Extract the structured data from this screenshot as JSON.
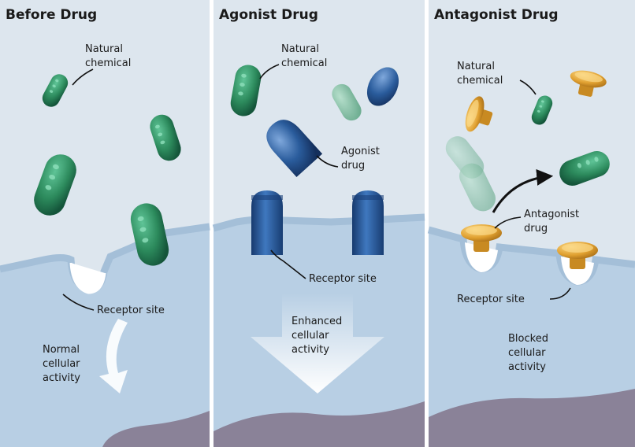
{
  "panels": [
    {
      "title": "Before Drug",
      "natural_chemical": [
        "Natural",
        "chemical"
      ],
      "receptor_site": "Receptor site",
      "activity": [
        "Normal",
        "cellular",
        "activity"
      ]
    },
    {
      "title": "Agonist Drug",
      "natural_chemical": [
        "Natural",
        "chemical"
      ],
      "agonist_drug": [
        "Agonist",
        "drug"
      ],
      "receptor_site": "Receptor site",
      "activity": [
        "Enhanced",
        "cellular",
        "activity"
      ]
    },
    {
      "title": "Antagonist Drug",
      "natural_chemical": [
        "Natural",
        "chemical"
      ],
      "antagonist_drug": [
        "Antagonist",
        "drug"
      ],
      "receptor_site": "Receptor site",
      "activity": [
        "Blocked",
        "cellular",
        "activity"
      ]
    }
  ],
  "colors": {
    "panel_bg": "#dde6ee",
    "cell_fill": "#b8cfe4",
    "membrane": "#a4bfd8",
    "nucleus": "#8a8298",
    "natural_chemical": "#2c8a5c",
    "agonist": "#2a5c9c",
    "antagonist": "#e0a030",
    "divider": "#ffffff"
  }
}
